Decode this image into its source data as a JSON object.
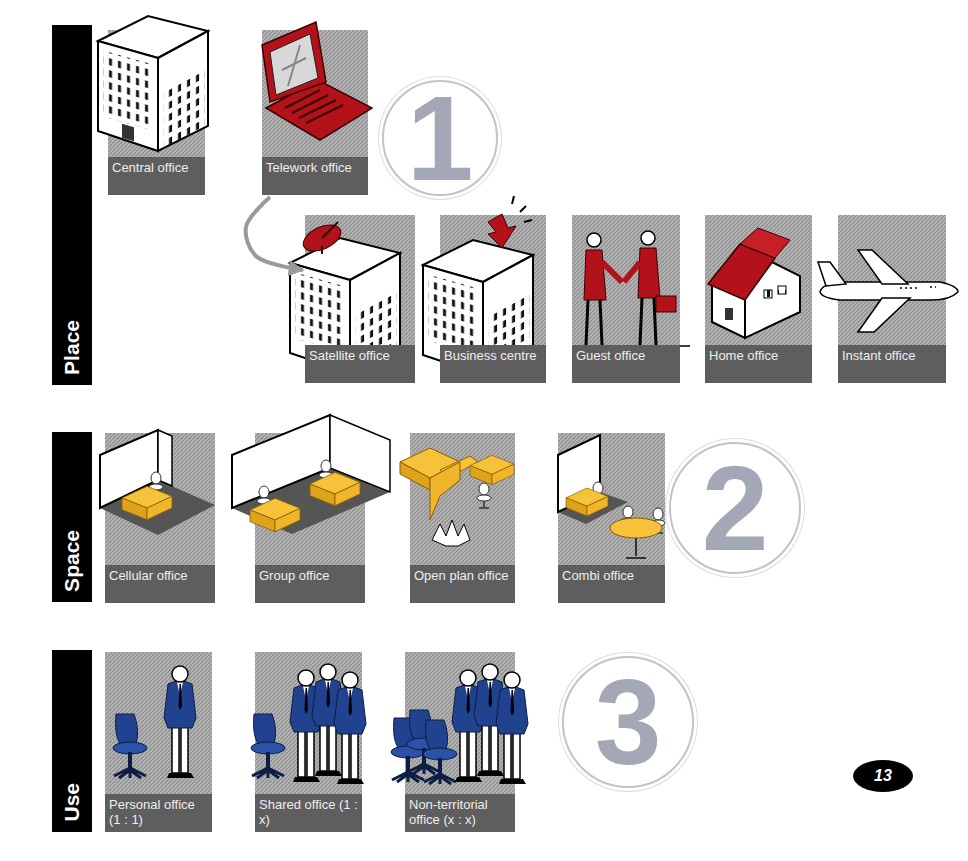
{
  "diagram": {
    "nodes": [
      {
        "text": [
          "Place"
        ]
      },
      {
        "text": [
          "Central office"
        ]
      },
      {
        "text": [
          "Telework office"
        ]
      },
      {
        "text": [
          "1"
        ]
      },
      {
        "text": [
          "Satellite office"
        ]
      },
      {
        "text": [
          "Business centre"
        ]
      },
      {
        "text": [
          "Guest office"
        ]
      },
      {
        "text": [
          "Home office"
        ]
      },
      {
        "text": [
          "Instant office"
        ]
      },
      {
        "text": [
          "Space"
        ]
      },
      {
        "text": [
          "Cellular office"
        ]
      },
      {
        "text": [
          "Group office"
        ]
      },
      {
        "text": [
          "Open plan office"
        ]
      },
      {
        "text": [
          "Combi office"
        ]
      },
      {
        "text": [
          "2"
        ]
      },
      {
        "text": [
          "Use"
        ]
      },
      {
        "text": [
          "Personal office (1 : 1)"
        ]
      },
      {
        "text": [
          "Shared office (1 : x)"
        ]
      },
      {
        "text": [
          "Non-territorial office (x : x)"
        ]
      },
      {
        "text": [
          "3"
        ]
      },
      {
        "text": [
          "13"
        ]
      }
    ],
    "edges": [
      {
        "from": 2,
        "to": 4,
        "arrow": "to"
      }
    ]
  }
}
